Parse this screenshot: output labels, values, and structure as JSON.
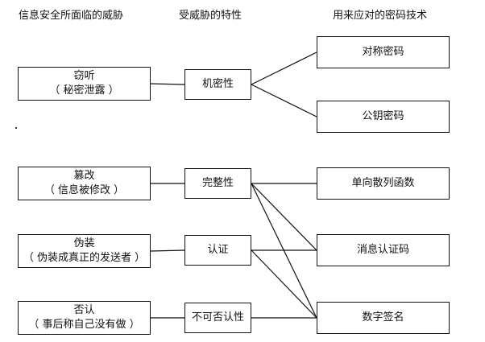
{
  "headers": {
    "threats": "信息安全所面临的威胁",
    "properties": "受威胁的特性",
    "techniques": "用来应对的密码技术"
  },
  "threats": [
    {
      "name": "窃听",
      "detail": "（ 秘密泄露 ）"
    },
    {
      "name": "篡改",
      "detail": "（ 信息被修改 ）"
    },
    {
      "name": "伪装",
      "detail": "（ 伪装成真正的发送者 ）"
    },
    {
      "name": "否认",
      "detail": "（ 事后称自己没有做 ）"
    }
  ],
  "properties": [
    {
      "name": "机密性"
    },
    {
      "name": "完整性"
    },
    {
      "name": "认证"
    },
    {
      "name": "不可否认性"
    }
  ],
  "techniques": [
    {
      "name": "对称密码"
    },
    {
      "name": "公钥密码"
    },
    {
      "name": "单向散列函数"
    },
    {
      "name": "消息认证码"
    },
    {
      "name": "数字签名"
    }
  ],
  "links": {
    "threat_to_property": [
      [
        0,
        0
      ],
      [
        1,
        1
      ],
      [
        2,
        2
      ],
      [
        3,
        3
      ]
    ],
    "property_to_technique": [
      [
        0,
        0
      ],
      [
        0,
        1
      ],
      [
        1,
        2
      ],
      [
        1,
        3
      ],
      [
        1,
        4
      ],
      [
        2,
        3
      ],
      [
        2,
        4
      ],
      [
        3,
        4
      ]
    ]
  }
}
